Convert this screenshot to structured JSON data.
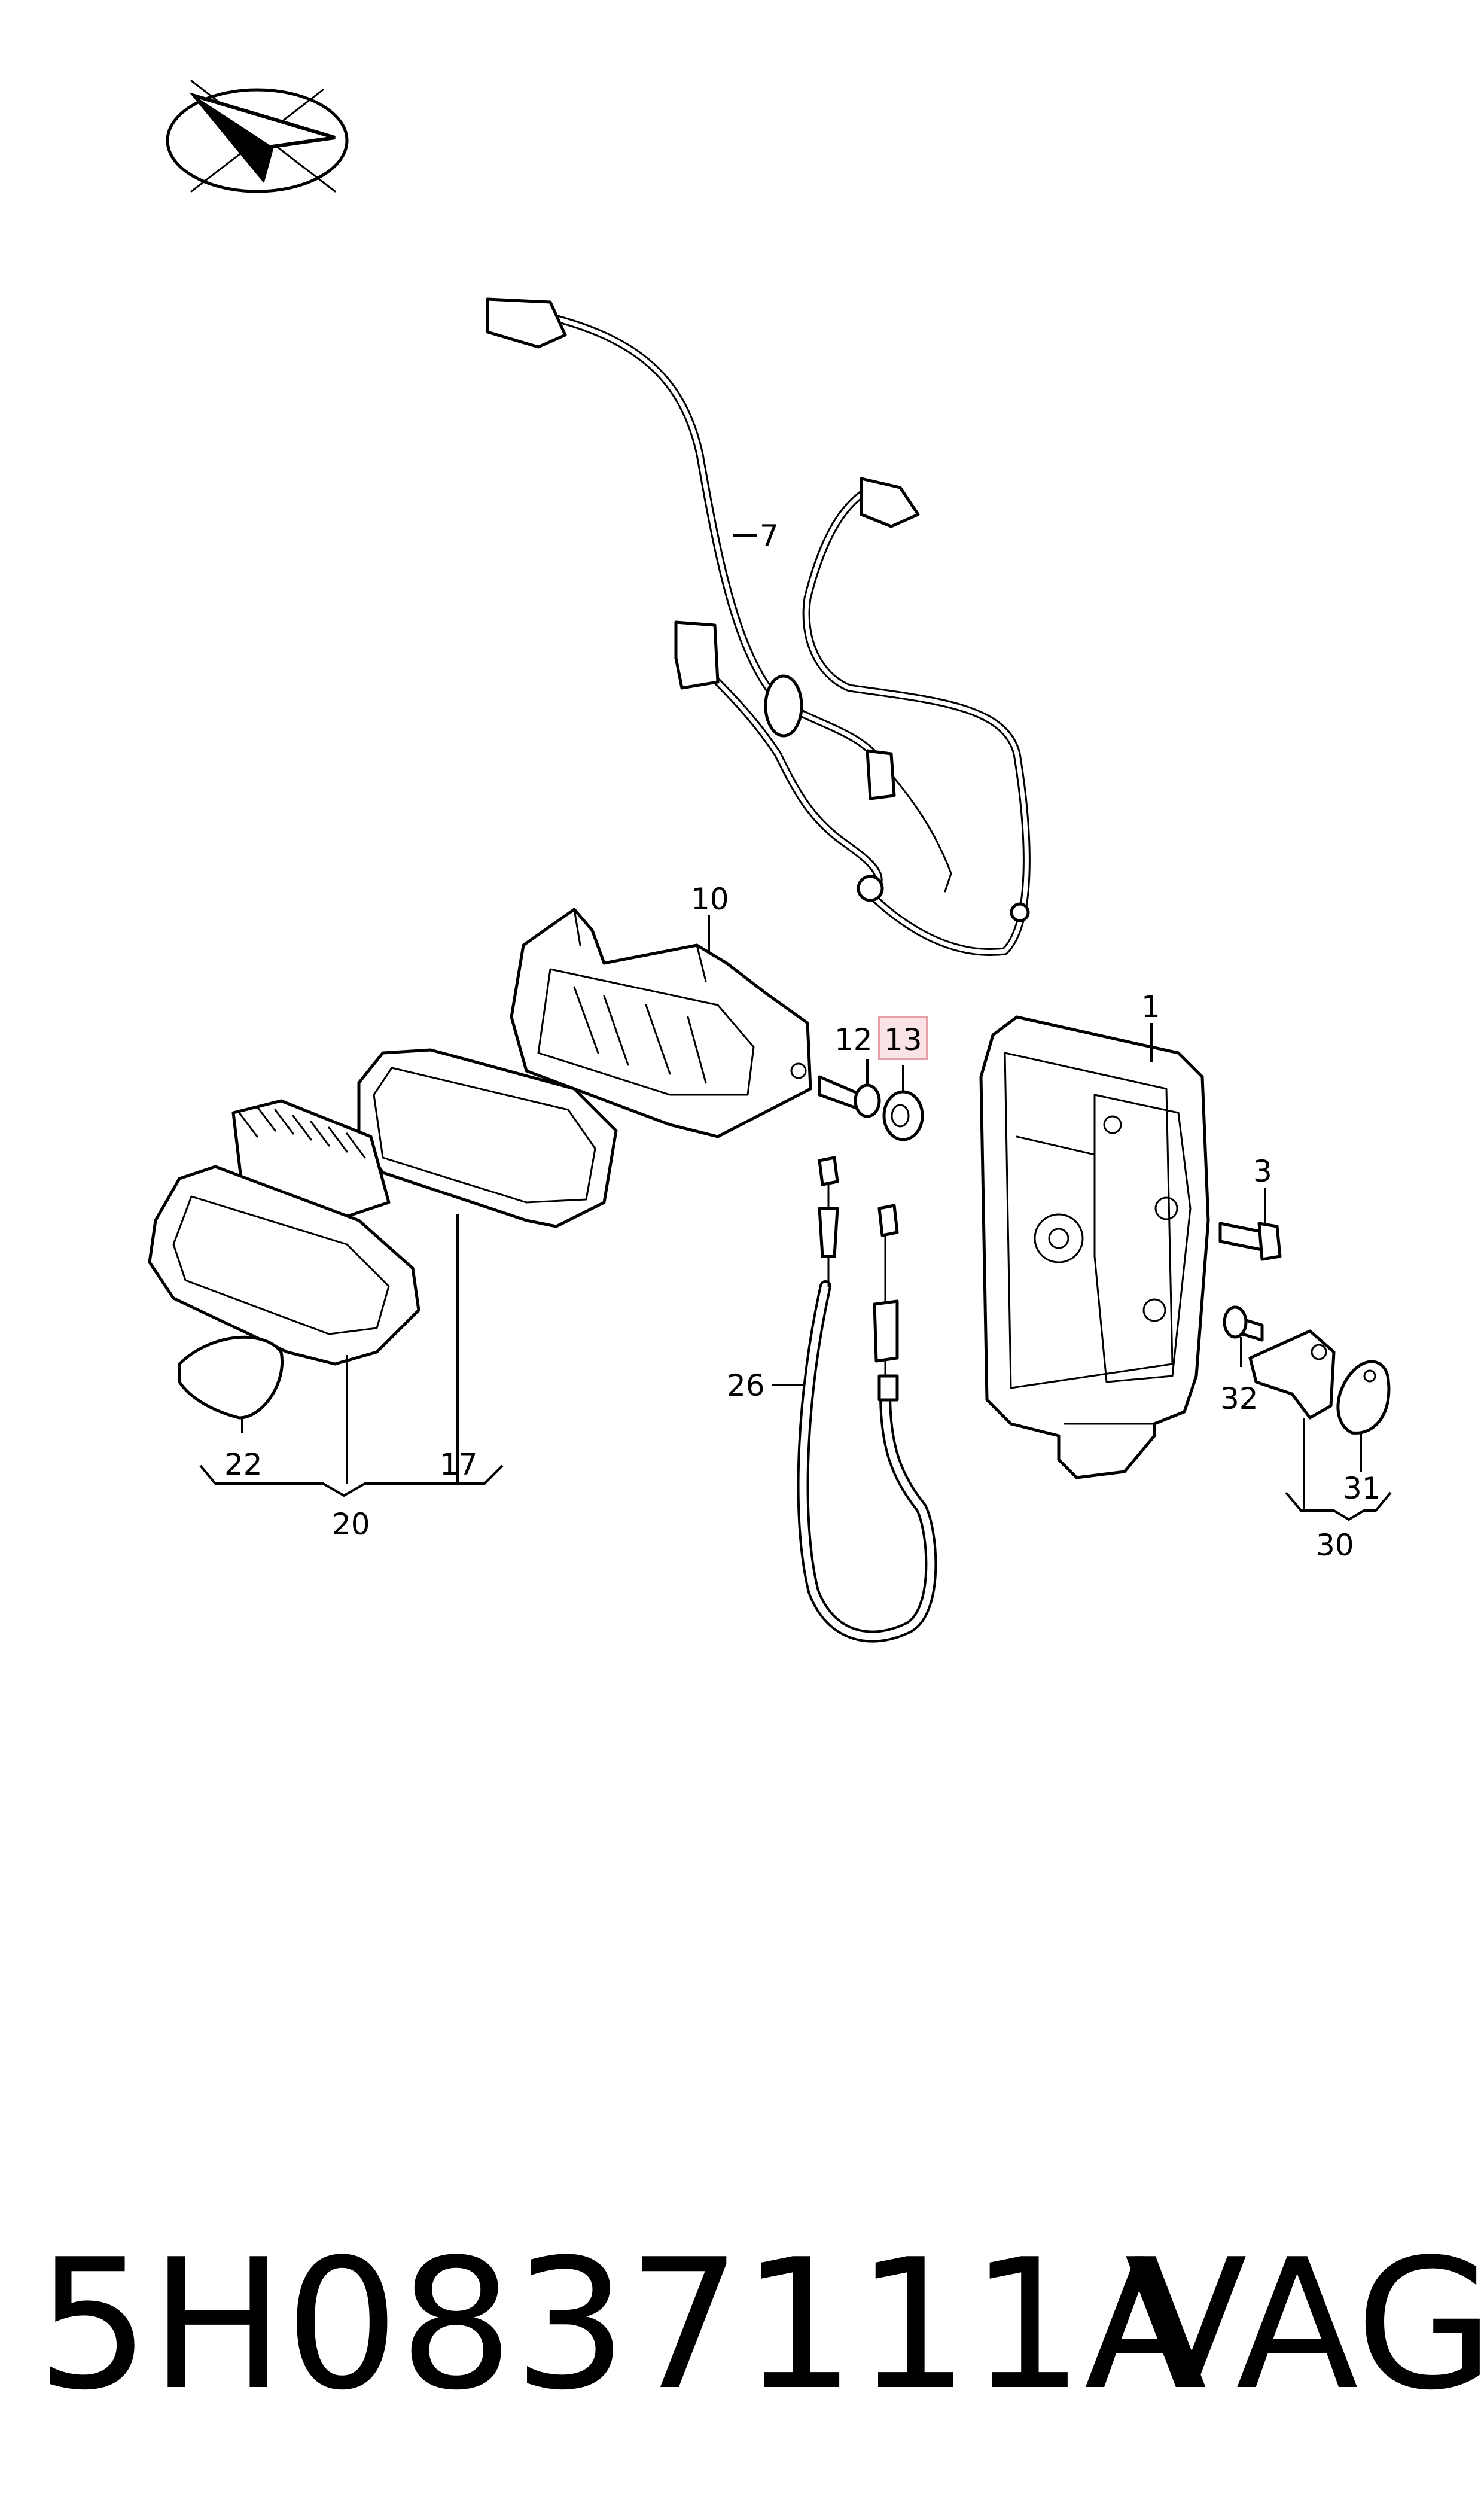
{
  "diagram": {
    "labels": {
      "p1": "1",
      "p3": "3",
      "p7": "7",
      "p10": "10",
      "p12": "12",
      "p13": "13",
      "p17": "17",
      "p20": "20",
      "p22": "22",
      "p26": "26",
      "p30": "30",
      "p31": "31",
      "p32": "32"
    },
    "highlight_color": "#e8a0a8",
    "highlight_fill": "#fbe4e6"
  },
  "footer": {
    "part_number": "5H0837111A",
    "brand": "VAG"
  }
}
